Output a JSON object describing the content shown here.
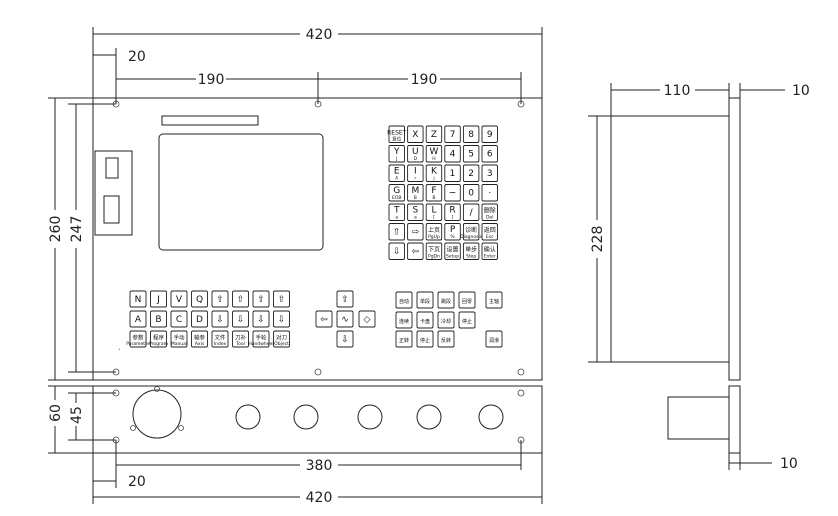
{
  "dimensions": {
    "top_width": "420",
    "left_offset": "20",
    "hole_spacing_1": "190",
    "hole_spacing_2": "190",
    "outer_height": "260",
    "inner_height": "247",
    "lower_height": "60",
    "lower_hole_spacing": "45",
    "bottom_hole_spacing": "380",
    "bottom_left_offset": "20",
    "bottom_width": "420",
    "side_depth": "110",
    "side_flange": "10",
    "side_height": "228",
    "lower_side_flange": "10"
  },
  "keypad": {
    "rows": [
      [
        {
          "main": "RESET",
          "sub": "复位"
        },
        {
          "main": "X",
          "sub": ""
        },
        {
          "main": "Z",
          "sub": ""
        },
        {
          "main": "7",
          "sub": ""
        },
        {
          "main": "8",
          "sub": ""
        },
        {
          "main": "9",
          "sub": ""
        }
      ],
      [
        {
          "main": "Y",
          "sub": "J"
        },
        {
          "main": "U",
          "sub": "D"
        },
        {
          "main": "W",
          "sub": "H"
        },
        {
          "main": "4",
          "sub": ""
        },
        {
          "main": "5",
          "sub": ""
        },
        {
          "main": "6",
          "sub": ""
        }
      ],
      [
        {
          "main": "E",
          "sub": "A"
        },
        {
          "main": "I",
          "sub": "r"
        },
        {
          "main": "K",
          "sub": "j"
        },
        {
          "main": "1",
          "sub": ""
        },
        {
          "main": "2",
          "sub": ""
        },
        {
          "main": "3",
          "sub": ""
        }
      ],
      [
        {
          "main": "G",
          "sub": "EOB"
        },
        {
          "main": "M",
          "sub": "B"
        },
        {
          "main": "F",
          "sub": "B"
        },
        {
          "main": "−",
          "sub": ""
        },
        {
          "main": "0",
          "sub": ""
        },
        {
          "main": "·",
          "sub": ""
        }
      ],
      [
        {
          "main": "T",
          "sub": "a"
        },
        {
          "main": "S",
          "sub": "a"
        },
        {
          "main": "L",
          "sub": "["
        },
        {
          "main": "R",
          "sub": "]"
        },
        {
          "main": "/",
          "sub": ""
        },
        {
          "main": "删除",
          "sub": "Del"
        }
      ],
      [
        {
          "main": "⇧",
          "sub": ""
        },
        {
          "main": "⇨",
          "sub": ""
        },
        {
          "main": "上页",
          "sub": "PgUp"
        },
        {
          "main": "P",
          "sub": "%"
        },
        {
          "main": "诊断",
          "sub": "Diagnosis"
        },
        {
          "main": "返回",
          "sub": "Esc"
        }
      ],
      [
        {
          "main": "⇩",
          "sub": ""
        },
        {
          "main": "⇦",
          "sub": ""
        },
        {
          "main": "下页",
          "sub": "PgDn"
        },
        {
          "main": "设置",
          "sub": "Setup"
        },
        {
          "main": "单步",
          "sub": "Step"
        },
        {
          "main": "确认",
          "sub": "Enter"
        }
      ]
    ]
  },
  "mode_keys": {
    "row1": [
      "N",
      "J",
      "V",
      "Q",
      "⇧",
      "⇧",
      "⇧",
      "⇧"
    ],
    "row2": [
      "A",
      "B",
      "C",
      "D",
      "⇩",
      "⇩",
      "⇩",
      "⇩"
    ],
    "row3": [
      {
        "main": "参数",
        "sub": "Parameter"
      },
      {
        "main": "程序",
        "sub": "Program"
      },
      {
        "main": "手动",
        "sub": "Manual"
      },
      {
        "main": "轴参",
        "sub": "Axis"
      },
      {
        "main": "文件",
        "sub": "Index"
      },
      {
        "main": "刀补",
        "sub": "Tool"
      },
      {
        "main": "手轮",
        "sub": "Handwheel"
      },
      {
        "main": "对刀",
        "sub": "Object"
      }
    ]
  },
  "jog_keys": {
    "up": "⇧",
    "down": "⇩",
    "left": "⇦",
    "center": "∿",
    "right": "◇"
  },
  "function_keys": {
    "row1": [
      "自动",
      "单段",
      "跳段",
      "回零",
      "主轴"
    ],
    "row2": [
      "连续",
      "卡盘",
      "冷却",
      "停止"
    ],
    "row3": [
      "正转",
      "停止",
      "反转",
      "润滑"
    ]
  }
}
